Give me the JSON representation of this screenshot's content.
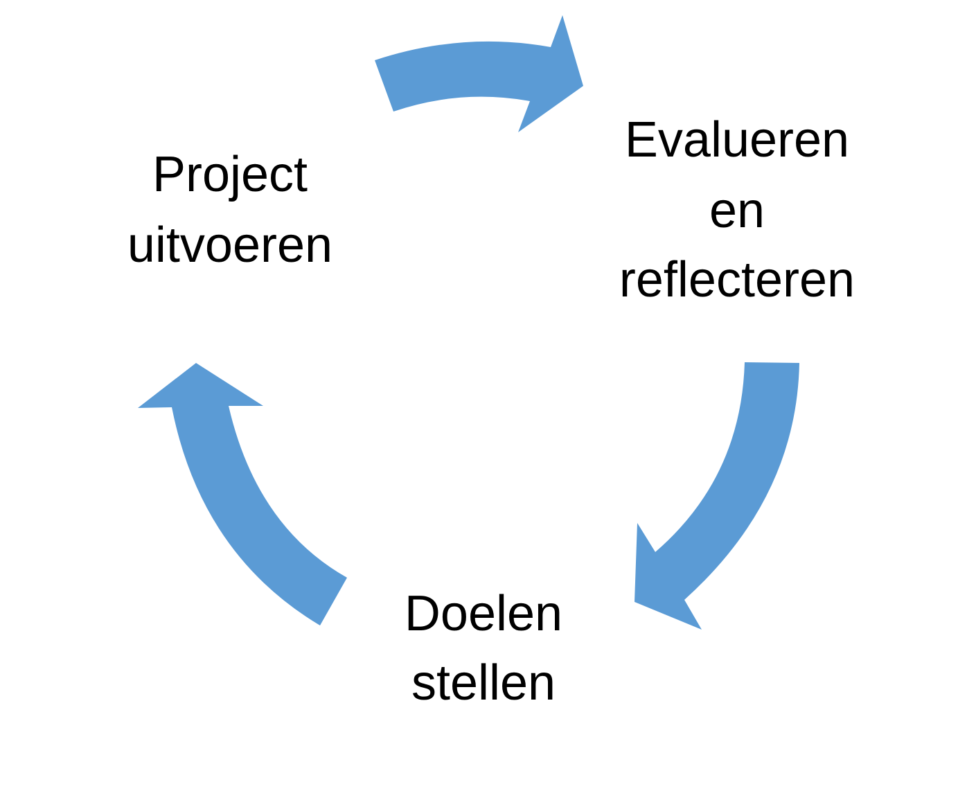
{
  "diagram": {
    "type": "cycle",
    "arrow_color": "#5B9BD5",
    "steps": [
      {
        "id": "project",
        "lines": [
          "Project",
          "uitvoeren"
        ]
      },
      {
        "id": "evalueren",
        "lines": [
          "Evalueren",
          "en",
          "reflecteren"
        ]
      },
      {
        "id": "doelen",
        "lines": [
          "Doelen",
          "stellen"
        ]
      }
    ],
    "arrows": [
      {
        "from": "project",
        "to": "evalueren"
      },
      {
        "from": "evalueren",
        "to": "doelen"
      },
      {
        "from": "doelen",
        "to": "project"
      }
    ]
  }
}
